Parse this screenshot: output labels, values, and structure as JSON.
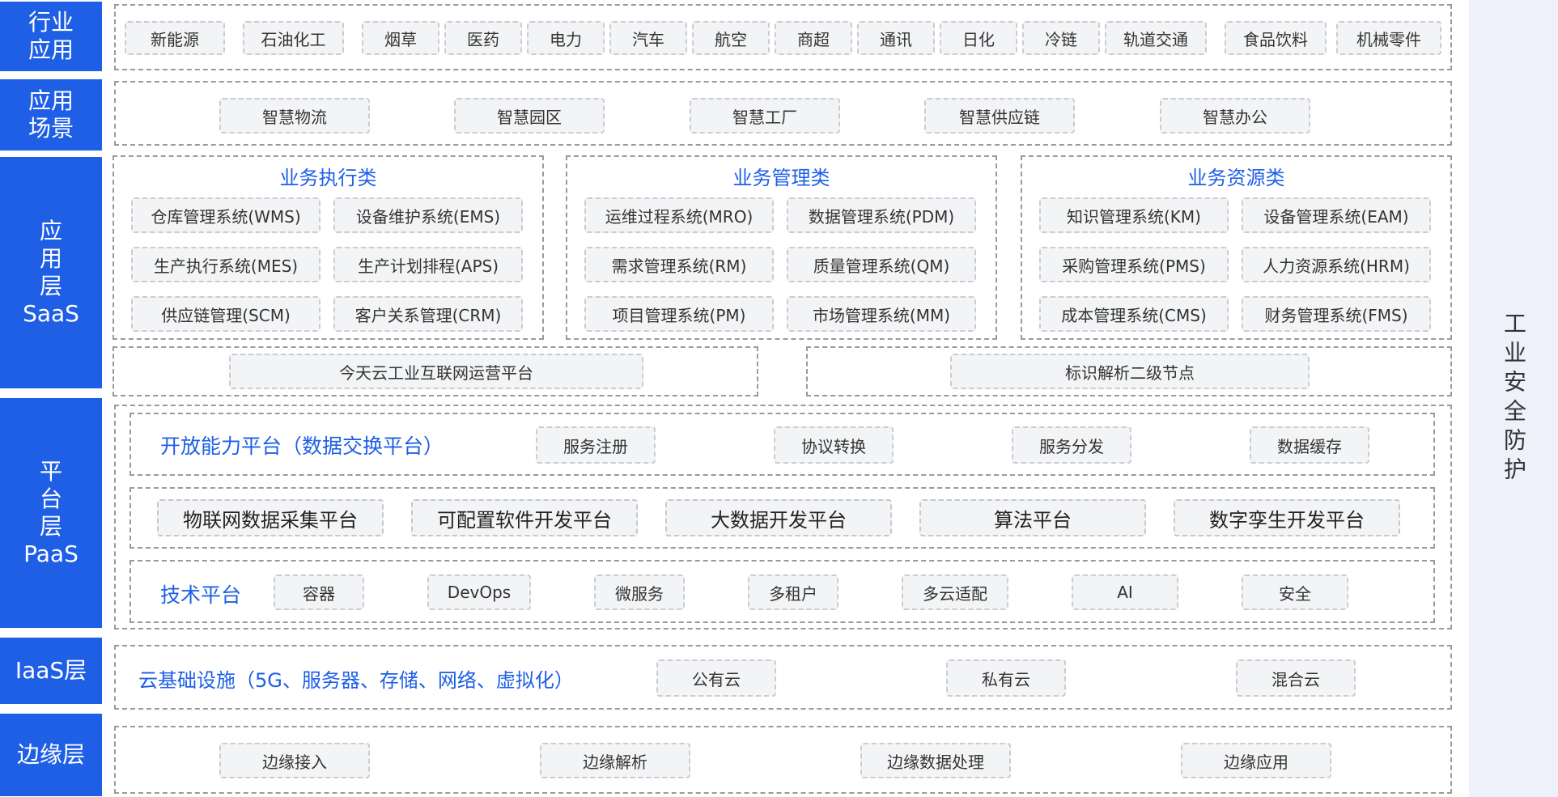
{
  "side_labels": {
    "industry": "行业\n应用",
    "scene": "应用\n场景",
    "saas": "应\n用\n层\nSaaS",
    "paas": "平\n台\n层\nPaaS",
    "iaas": "IaaS层",
    "edge": "边缘层"
  },
  "right_band": "工业安全防护",
  "industry_items": [
    "新能源",
    "石油化工",
    "烟草",
    "医药",
    "电力",
    "汽车",
    "航空",
    "商超",
    "通讯",
    "日化",
    "冷链",
    "轨道交通",
    "食品饮料",
    "机械零件"
  ],
  "scene_items": [
    "智慧物流",
    "智慧园区",
    "智慧工厂",
    "智慧供应链",
    "智慧办公"
  ],
  "saas": {
    "groups": [
      {
        "title": "业务执行类",
        "items": [
          "仓库管理系统(WMS)",
          "设备维护系统(EMS)",
          "生产执行系统(MES)",
          "生产计划排程(APS)",
          "供应链管理(SCM)",
          "客户关系管理(CRM)"
        ]
      },
      {
        "title": "业务管理类",
        "items": [
          "运维过程系统(MRO)",
          "数据管理系统(PDM)",
          "需求管理系统(RM)",
          "质量管理系统(QM)",
          "项目管理系统(PM)",
          "市场管理系统(MM)"
        ]
      },
      {
        "title": "业务资源类",
        "items": [
          "知识管理系统(KM)",
          "设备管理系统(EAM)",
          "采购管理系统(PMS)",
          "人力资源系统(HRM)",
          "成本管理系统(CMS)",
          "财务管理系统(FMS)"
        ]
      }
    ],
    "platforms": [
      "今天云工业互联网运营平台",
      "标识解析二级节点"
    ]
  },
  "paas": {
    "open_title": "开放能力平台（数据交换平台）",
    "open_items": [
      "服务注册",
      "协议转换",
      "服务分发",
      "数据缓存"
    ],
    "dev_items": [
      "物联网数据采集平台",
      "可配置软件开发平台",
      "大数据开发平台",
      "算法平台",
      "数字孪生开发平台"
    ],
    "tech_title": "技术平台",
    "tech_items": [
      "容器",
      "DevOps",
      "微服务",
      "多租户",
      "多云适配",
      "AI",
      "安全"
    ]
  },
  "iaas": {
    "title": "云基础设施（5G、服务器、存储、网络、虚拟化）",
    "items": [
      "公有云",
      "私有云",
      "混合云"
    ]
  },
  "edge_items": [
    "边缘接入",
    "边缘解析",
    "边缘数据处理",
    "边缘应用"
  ],
  "colors": {
    "accent": "#1e5fe6",
    "band": "#eef1fa",
    "chip_bg": "#f3f4f6"
  }
}
